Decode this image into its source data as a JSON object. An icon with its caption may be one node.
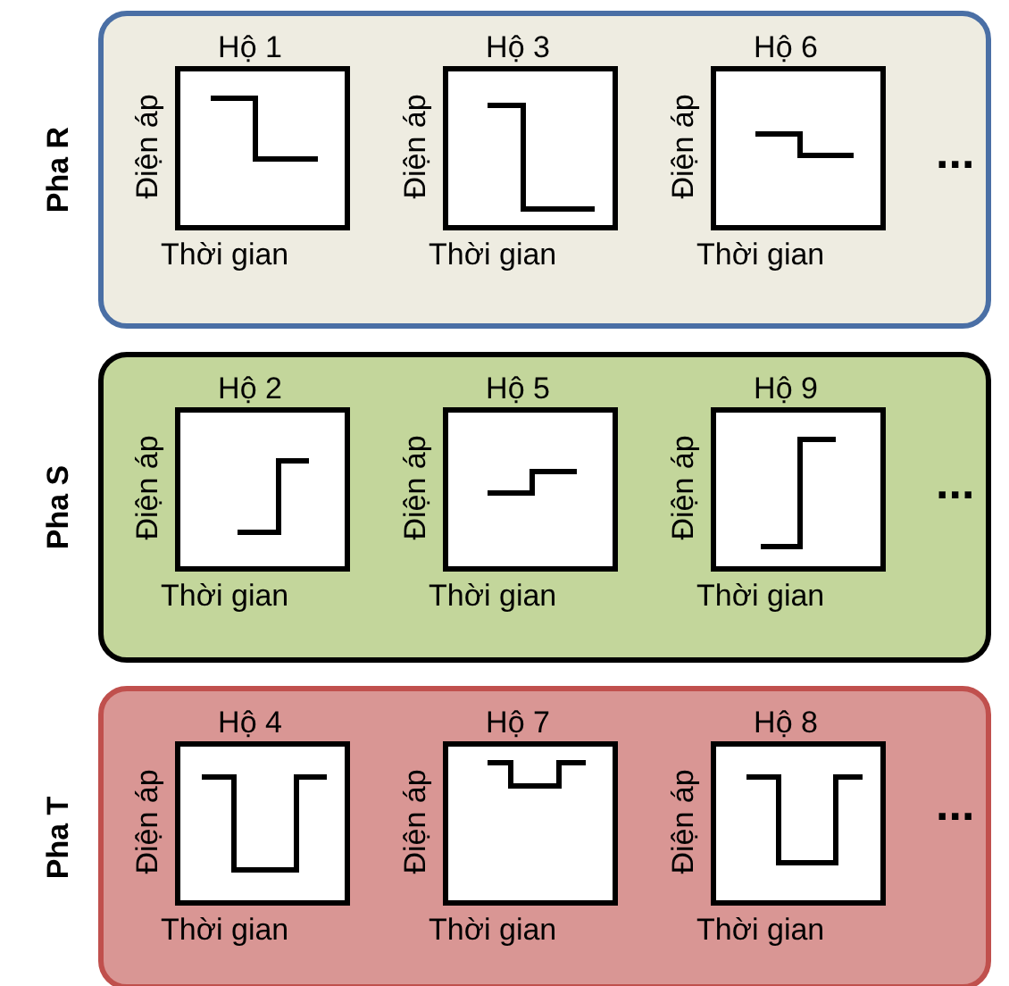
{
  "diagram": {
    "nodes": [
      {
        "text": [
          "Pha R"
        ]
      },
      {
        "text": [
          "Hộ 1",
          "Điện áp",
          "Thời gian"
        ],
        "in": 0
      },
      {
        "text": [
          "Hộ 3",
          "Điện áp",
          "Thời gian"
        ],
        "in": 0
      },
      {
        "text": [
          "Hộ 6",
          "Điện áp",
          "Thời gian"
        ],
        "in": 0
      },
      {
        "text": [
          "Pha S"
        ]
      },
      {
        "text": [
          "Hộ 2",
          "Điện áp",
          "Thời gian"
        ],
        "in": 4
      },
      {
        "text": [
          "Hộ 5",
          "Điện áp",
          "Thời gian"
        ],
        "in": 4
      },
      {
        "text": [
          "Hộ 9",
          "Điện áp",
          "Thời gian"
        ],
        "in": 4
      },
      {
        "text": [
          "Pha T"
        ]
      },
      {
        "text": [
          "Hộ 4",
          "Điện áp",
          "Thời gian"
        ],
        "in": 8
      },
      {
        "text": [
          "Hộ 7",
          "Điện áp",
          "Thời gian"
        ],
        "in": 8
      },
      {
        "text": [
          "Hộ 8",
          "Điện áp",
          "Thời gian"
        ],
        "in": 8
      }
    ],
    "edges": [],
    "labels": [
      "...",
      "...",
      "..."
    ]
  }
}
